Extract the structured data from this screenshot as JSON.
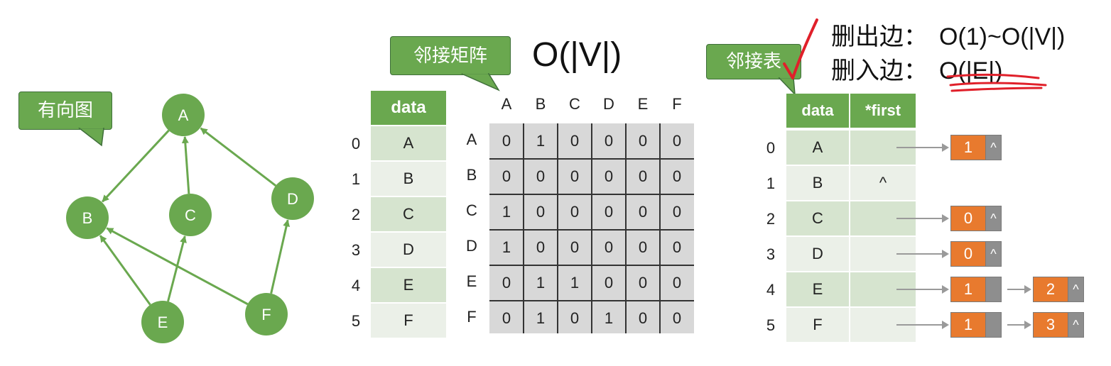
{
  "callouts": {
    "directed_graph": "有向图",
    "adjacency_matrix": "邻接矩阵",
    "adjacency_list": "邻接表"
  },
  "matrix_complexity": "O(|V|)",
  "notes": {
    "delete_out_label": "删出边：",
    "delete_out_value": "O(1)~O(|V|)",
    "delete_in_label": "删入边：",
    "delete_in_value": "O(|E|)"
  },
  "graph": {
    "nodes": [
      "A",
      "B",
      "C",
      "D",
      "E",
      "F"
    ],
    "edges": [
      [
        "A",
        "B"
      ],
      [
        "C",
        "A"
      ],
      [
        "D",
        "A"
      ],
      [
        "E",
        "B"
      ],
      [
        "E",
        "C"
      ],
      [
        "F",
        "B"
      ],
      [
        "F",
        "D"
      ]
    ]
  },
  "vertex_table": {
    "header": "data",
    "indices": [
      "0",
      "1",
      "2",
      "3",
      "4",
      "5"
    ],
    "rows": [
      "A",
      "B",
      "C",
      "D",
      "E",
      "F"
    ]
  },
  "matrix": {
    "col_labels": [
      "A",
      "B",
      "C",
      "D",
      "E",
      "F"
    ],
    "row_labels": [
      "A",
      "B",
      "C",
      "D",
      "E",
      "F"
    ],
    "values": [
      [
        "0",
        "1",
        "0",
        "0",
        "0",
        "0"
      ],
      [
        "0",
        "0",
        "0",
        "0",
        "0",
        "0"
      ],
      [
        "1",
        "0",
        "0",
        "0",
        "0",
        "0"
      ],
      [
        "1",
        "0",
        "0",
        "0",
        "0",
        "0"
      ],
      [
        "0",
        "1",
        "1",
        "0",
        "0",
        "0"
      ],
      [
        "0",
        "1",
        "0",
        "1",
        "0",
        "0"
      ]
    ]
  },
  "adj_list": {
    "header_data": "data",
    "header_first": "*first",
    "indices": [
      "0",
      "1",
      "2",
      "3",
      "4",
      "5"
    ],
    "rows": [
      "A",
      "B",
      "C",
      "D",
      "E",
      "F"
    ],
    "null_first": "^",
    "chains": [
      [
        {
          "v": "1",
          "next": "^"
        }
      ],
      [],
      [
        {
          "v": "0",
          "next": "^"
        }
      ],
      [
        {
          "v": "0",
          "next": "^"
        }
      ],
      [
        {
          "v": "1",
          "next": ""
        },
        {
          "v": "2",
          "next": "^"
        }
      ],
      [
        {
          "v": "1",
          "next": ""
        },
        {
          "v": "3",
          "next": "^"
        }
      ]
    ]
  },
  "colors": {
    "green": "#6aa84f",
    "orange": "#e87a2e",
    "gray": "#8e8e8e",
    "red_mark": "#e0202a"
  }
}
